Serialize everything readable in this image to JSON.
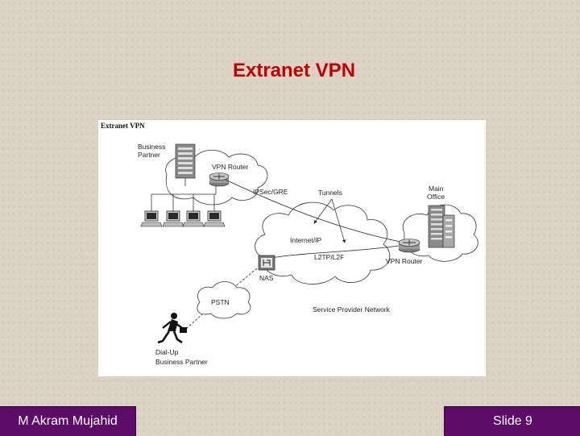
{
  "slide": {
    "title": "Extranet  VPN",
    "author": "M Akram Mujahid",
    "slide_number": "Slide 9"
  },
  "figure": {
    "caption": "Extranet VPN",
    "labels": {
      "business_partner_1": "Business",
      "business_partner_2": "Partner",
      "vpn_router_left": "VPN Router",
      "ipsec_gre": "IPSec/GRE",
      "tunnels": "Tunnels",
      "main_office_1": "Main",
      "main_office_2": "Office",
      "internet_ip": "Internet/IP",
      "l2tp_l2f": "L2TP/L2F",
      "vpn_router_right": "VPN Router",
      "nas": "NAS",
      "pstn": "PSTN",
      "service_provider_network": "Service Provider Network",
      "dialup_1": "Dial-Up",
      "dialup_2": "Business Partner"
    }
  }
}
